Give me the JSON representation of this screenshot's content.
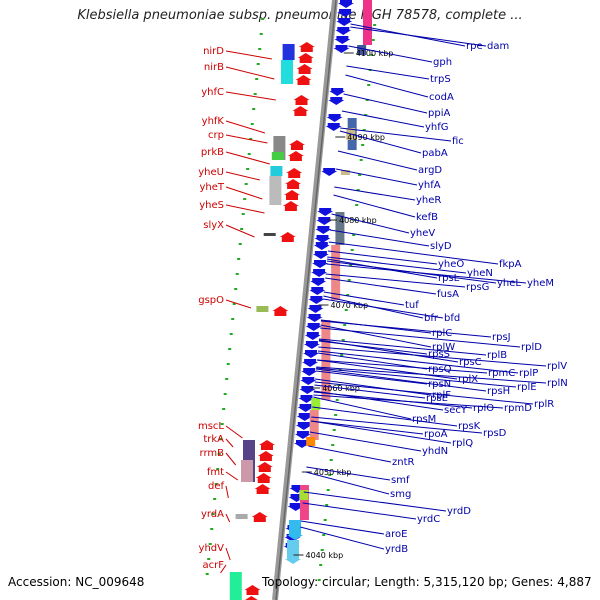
{
  "title": "Klebsiella pneumoniae subsp. pneumoniae MGH 78578, complete ...",
  "footer": {
    "accession": "Accession: NC_009648",
    "summary": "Topology: circular; Length: 5,315,120 bp; Genes: 4,887"
  },
  "colors": {
    "left_label": "#cc0000",
    "right_label": "#0000aa",
    "strand_forward": "#ee1111",
    "strand_reverse": "#1111dd",
    "axis": "#888888",
    "ruler_mark": "#22aa22"
  },
  "kbp_marks": [
    {
      "label": "4100 kbp"
    },
    {
      "label": "4090 kbp"
    },
    {
      "label": "4080 kbp"
    },
    {
      "label": "4070 kbp"
    },
    {
      "label": "4060 kbp"
    },
    {
      "label": "4050 kbp"
    },
    {
      "label": "4040 kbp"
    }
  ],
  "left_genes": [
    "nirD",
    "nirB",
    "yhfC",
    "yhfK",
    "crp",
    "prkB",
    "yheU",
    "yheT",
    "yheS",
    "slyX",
    "gspO",
    "mscL",
    "trkA",
    "rrmB",
    "fmt",
    "def",
    "yrdA",
    "yhdV",
    "acrF"
  ],
  "right_genes": [
    "rpe",
    "dam",
    "gph",
    "trpS",
    "codA",
    "ppiA",
    "yhfG",
    "fic",
    "pabA",
    "argD",
    "yhfA",
    "yheR",
    "kefB",
    "yheV",
    "slyD",
    "yheO",
    "fkpA",
    "rpsL",
    "yheN",
    "rpsG",
    "yheL",
    "yheM",
    "fusA",
    "tuf",
    "bfr",
    "bfd",
    "rpsJ",
    "rplC",
    "rplW",
    "rplD",
    "rplB",
    "rpsS",
    "rpsC",
    "rplV",
    "rpsQ",
    "rpmC",
    "rplP",
    "rplX",
    "rplN",
    "rpsN",
    "rpsH",
    "rplE",
    "rplF",
    "rpsE",
    "rplR",
    "secY",
    "rplO",
    "rpmD",
    "rpsM",
    "rpsK",
    "rpsD",
    "rpoA",
    "rplQ",
    "yhdN",
    "zntR",
    "smf",
    "smg",
    "yrdD",
    "yrdC",
    "aroE",
    "yrdB"
  ]
}
